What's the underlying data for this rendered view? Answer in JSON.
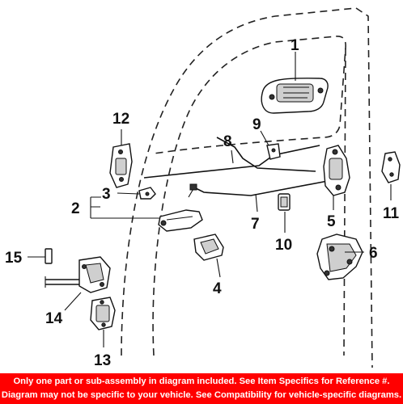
{
  "callouts": {
    "c1": "1",
    "c2": "2",
    "c3": "3",
    "c4": "4",
    "c5": "5",
    "c6": "6",
    "c7": "7",
    "c8": "8",
    "c9": "9",
    "c10": "10",
    "c11": "11",
    "c12": "12",
    "c13": "13",
    "c14": "14",
    "c15": "15"
  },
  "disclaimer": {
    "line1": "Only one part or sub-assembly in diagram included. See Item Specifics for Reference #.",
    "line2": "Diagram may not be specific to your vehicle. See Compatibility for vehicle-specific diagrams."
  },
  "colors": {
    "banner_background": "#ff0000",
    "banner_text": "#ffffff",
    "line_art": "#111111"
  }
}
